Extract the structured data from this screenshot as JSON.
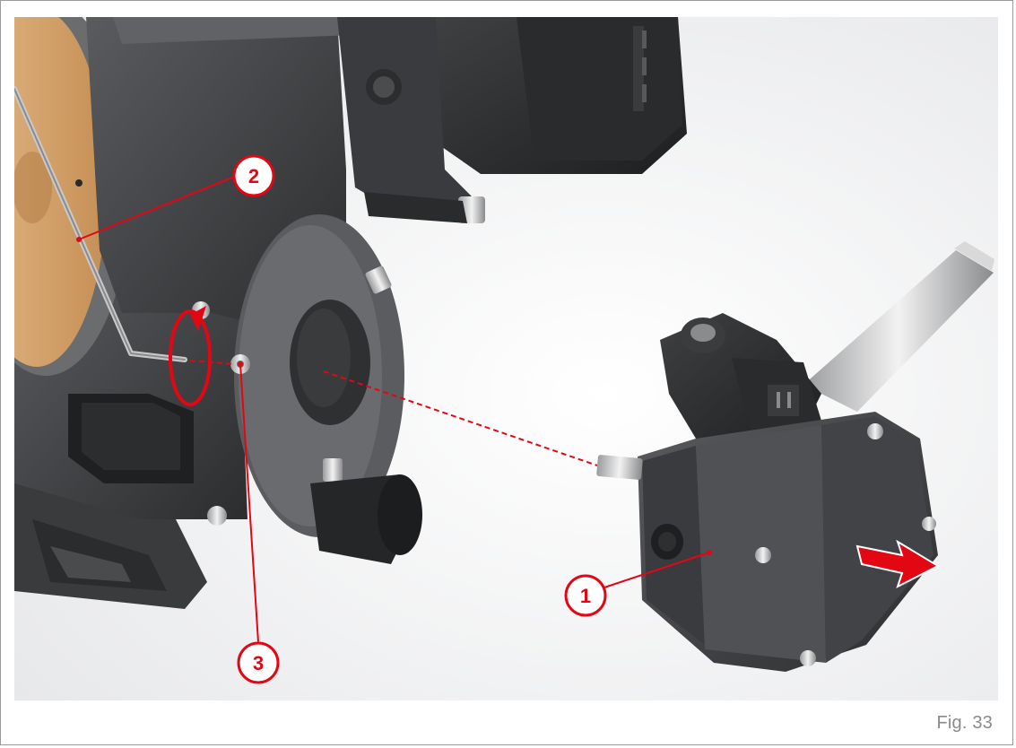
{
  "figure": {
    "caption": "Fig. 33",
    "callouts": [
      {
        "number": "1"
      },
      {
        "number": "2"
      },
      {
        "number": "3"
      }
    ]
  },
  "colors": {
    "accent": "#e30613",
    "frame": "#9a9a9a",
    "caption": "#8a8a8a",
    "housing": "#4a4b4d",
    "disc": "#d8a46b"
  }
}
